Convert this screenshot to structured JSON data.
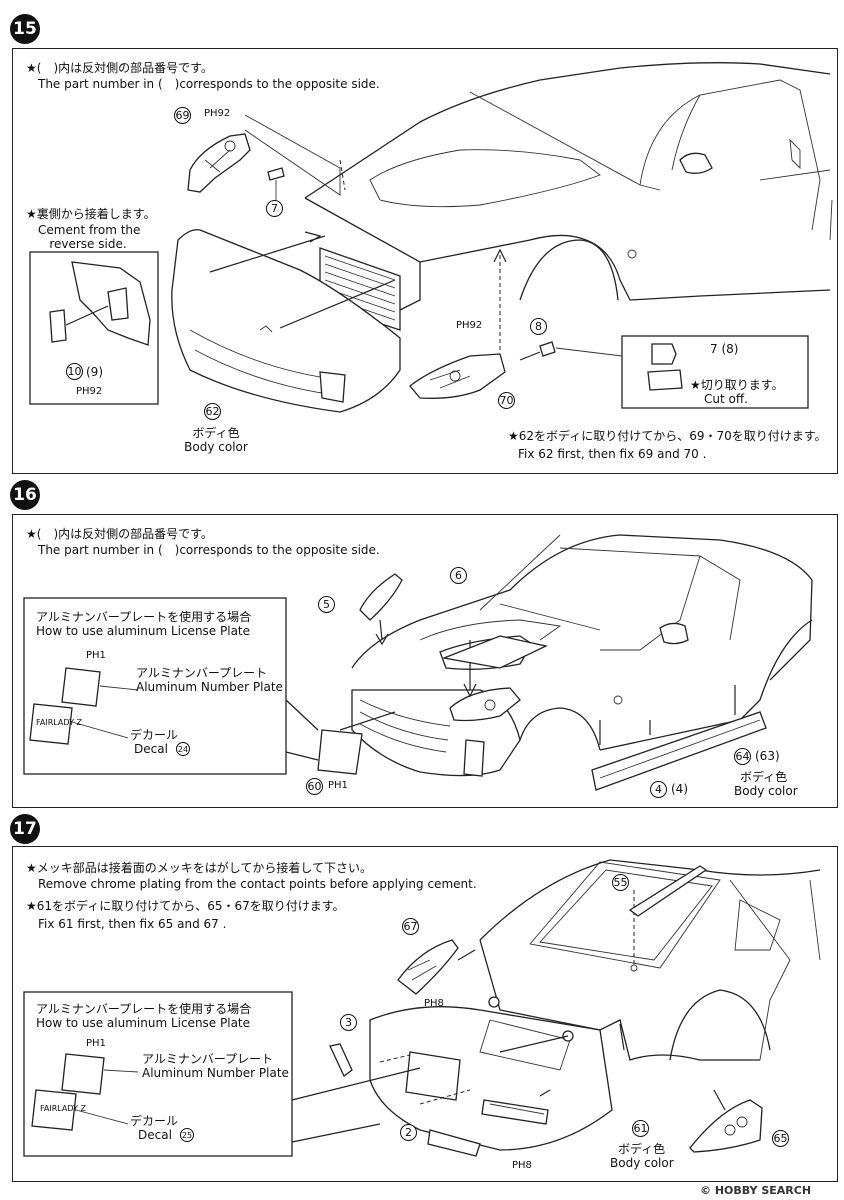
{
  "steps": [
    {
      "number": "15",
      "note_jp": "★(　)内は反対側の部品番号です。",
      "note_en": "The part number in (　)corresponds to the opposite side.",
      "inset_note_jp": "★裏側から接着します。",
      "inset_note_en1": "Cement from the",
      "inset_note_en2": "reverse side.",
      "parts": [
        "69",
        "7",
        "8",
        "62",
        "70",
        "10",
        "9"
      ],
      "ph_labels": [
        "PH92",
        "PH92",
        "PH92"
      ],
      "part_7_label": "7",
      "part_8_label": "8",
      "part_10_9_label": "(9)",
      "cutoff_label": "7 (8)",
      "cutoff_jp": "★切り取ります。",
      "cutoff_en": "Cut off.",
      "body_color_jp": "ボディ色",
      "body_color_en": "Body color",
      "fix_jp": "★62をボディに取り付けてから、69・70を取り付けます。",
      "fix_en": "Fix 62 first, then fix 69 and 70 ."
    },
    {
      "number": "16",
      "note_jp": "★(　)内は反対側の部品番号です。",
      "note_en": "The part number in (　)corresponds to the opposite side.",
      "plate_jp": "アルミナンバープレートを使用する場合",
      "plate_en": "How to use aluminum License Plate",
      "ph_label": "PH1",
      "alum_jp": "アルミナンバープレート",
      "alum_en": "Aluminum Number Plate",
      "decal_jp": "デカール",
      "decal_en": "Decal",
      "decal_num": "24",
      "fairlady": "FAIRLADY Z",
      "parts": [
        "5",
        "6",
        "60",
        "4",
        "64",
        "63"
      ],
      "ph_60": "PH1",
      "part_4_label": "(4)",
      "part_64_label": "(63)",
      "body_color_jp": "ボディ色",
      "body_color_en": "Body color"
    },
    {
      "number": "17",
      "note1_jp": "★メッキ部品は接着面のメッキをはがしてから接着して下さい。",
      "note1_en": "Remove chrome plating from the contact points before applying cement.",
      "note2_jp": "★61をボディに取り付けてから、65・67を取り付けます。",
      "note2_en": "Fix 61 first, then fix 65 and 67 .",
      "plate_jp": "アルミナンバープレートを使用する場合",
      "plate_en": "How to use aluminum License Plate",
      "ph_label": "PH1",
      "alum_jp": "アルミナンバープレート",
      "alum_en": "Aluminum Number Plate",
      "decal_jp": "デカール",
      "decal_en": "Decal",
      "decal_num": "25",
      "fairlady": "FAIRLADY Z",
      "parts": [
        "55",
        "67",
        "3",
        "2",
        "61",
        "65"
      ],
      "ph_8a": "PH8",
      "ph_8b": "PH8",
      "body_color_jp": "ボディ色",
      "body_color_en": "Body color"
    }
  ],
  "watermark": "© HOBBY SEARCH"
}
